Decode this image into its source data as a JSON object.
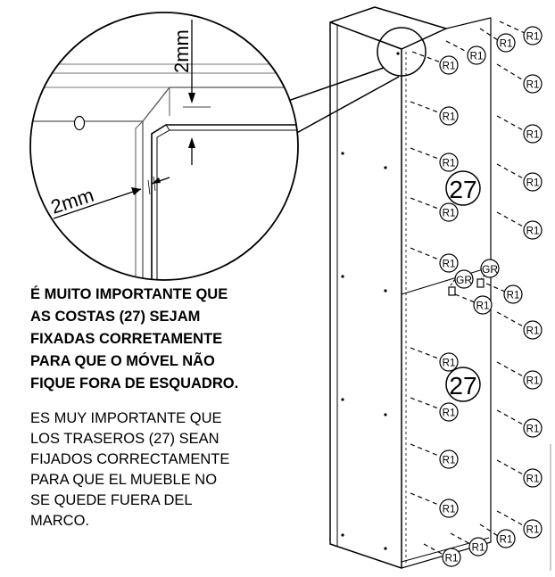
{
  "detail": {
    "dim_vertical": "2mm",
    "dim_horizontal": "2mm"
  },
  "part_labels": {
    "panel_upper": "27",
    "panel_lower": "27",
    "screw": "R1",
    "bracket": "GR"
  },
  "instructions": {
    "pt_lines": [
      "É MUITO IMPORTANTE QUE",
      "AS COSTAS (27) SEJAM",
      "FIXADAS CORRETAMENTE",
      "PARA QUE O MÓVEL NÃO",
      "FIQUE FORA DE ESQUADRO."
    ],
    "es_lines": [
      "ES MUY IMPORTANTE QUE",
      "LOS TRASEROS (27) SEAN",
      "FIJADOS CORRECTAMENTE",
      "PARA QUE EL MUEBLE NO",
      "SE QUEDE FUERA DEL",
      "MARCO."
    ]
  }
}
